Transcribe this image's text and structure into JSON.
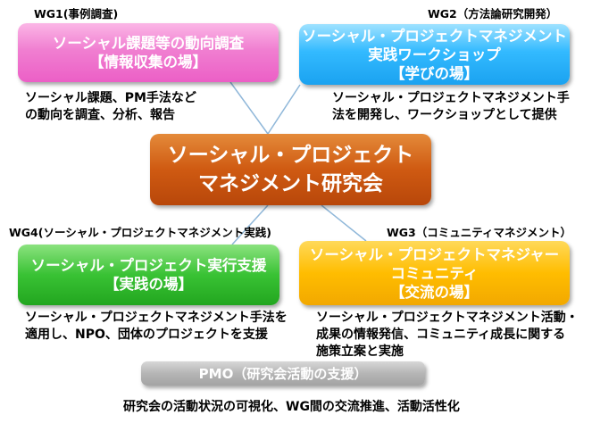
{
  "wg1": {
    "label": "WG1(事例調査)",
    "box_lines": [
      "ソーシャル課題等の動向調査",
      "【情報収集の場】"
    ],
    "desc_lines": [
      "ソーシャル課題、PM手法など",
      "の動向を調査、分析、報告"
    ]
  },
  "wg2": {
    "label": "WG2（方法論研究開発）",
    "box_lines": [
      "ソーシャル・プロジェクトマネジメント",
      "実践ワークショップ",
      "【学びの場】"
    ],
    "desc_lines": [
      "ソーシャル・プロジェクトマネジメント手",
      "法を開発し、ワークショップとして提供"
    ]
  },
  "center": {
    "lines": [
      "ソーシャル・プロジェクト",
      "マネジメント研究会"
    ]
  },
  "wg4": {
    "label": "WG4(ソーシャル・プロジェクトマネジメント実践)",
    "box_lines": [
      "ソーシャル・プロジェクト実行支援",
      "【実践の場】"
    ],
    "desc_lines": [
      "ソーシャル・プロジェクトマネジメント手法を",
      "適用し、NPO、団体のプロジェクトを支援"
    ]
  },
  "wg3": {
    "label": "WG3（コミュニティマネジメント）",
    "box_lines": [
      "ソーシャル・プロジェクトマネジャー",
      "コミュニティ",
      "【交流の場】"
    ],
    "desc_lines": [
      "ソーシャル・プロジェクトマネジメント活動・",
      "成果の情報発信、コミュニティ成長に関する",
      "施策立案と実施"
    ]
  },
  "pmo": {
    "box_label": "PMO（研究会活動の支援）",
    "desc": "研究会の活動状況の可視化、WG間の交流推進、活動活性化"
  },
  "colors": {
    "wg1": "#ec5fc6",
    "wg2": "#1aa2f0",
    "center": "#cf5a12",
    "wg4": "#22a61f",
    "wg3": "#ffbd00",
    "pmo": "#b5b5b5",
    "connector": "#8fb7d9"
  }
}
